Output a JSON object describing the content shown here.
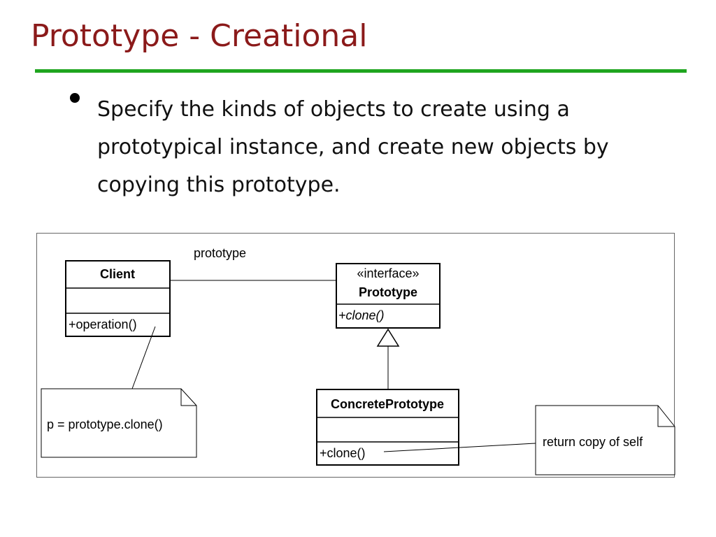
{
  "title": "Prototype - Creational",
  "bullets": [
    "Specify the kinds of objects to create using a prototypical instance, and create new objects by copying this prototype."
  ],
  "diagram": {
    "association_label": "prototype",
    "client": {
      "name": "Client",
      "operation": "+operation()"
    },
    "prototype": {
      "stereotype": "«interface»",
      "name": "Prototype",
      "method": "+clone()"
    },
    "concrete": {
      "name": "ConcretePrototype",
      "method": "+clone()"
    },
    "note_client": "p = prototype.clone()",
    "note_concrete": "return copy of self"
  }
}
